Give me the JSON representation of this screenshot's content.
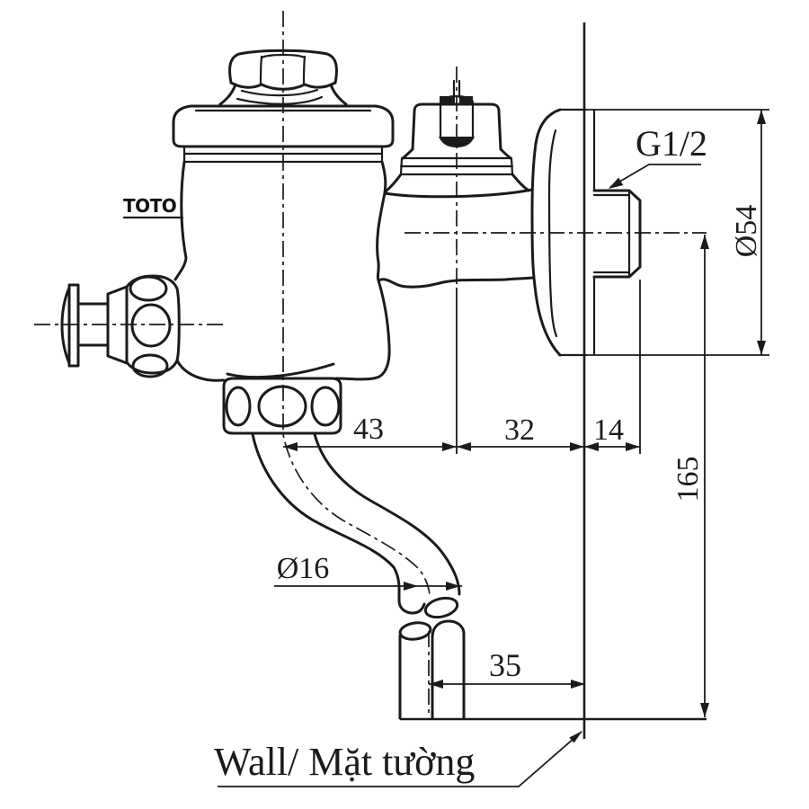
{
  "drawing": {
    "brand_label": "TOTO",
    "wall_label": "Wall/ Mặt tường",
    "dimensions": {
      "thread_size": "G1/2",
      "flange_diameter": "Ø54",
      "center_to_inlet": "43",
      "inlet_to_wall": "32",
      "wall_to_nipple_face": "14",
      "inlet_axis_to_outlet_end": "165",
      "pipe_diameter": "Ø16",
      "outlet_center_to_wall": "35"
    },
    "colors": {
      "line": "#1b1b1b",
      "background": "#ffffff"
    }
  }
}
